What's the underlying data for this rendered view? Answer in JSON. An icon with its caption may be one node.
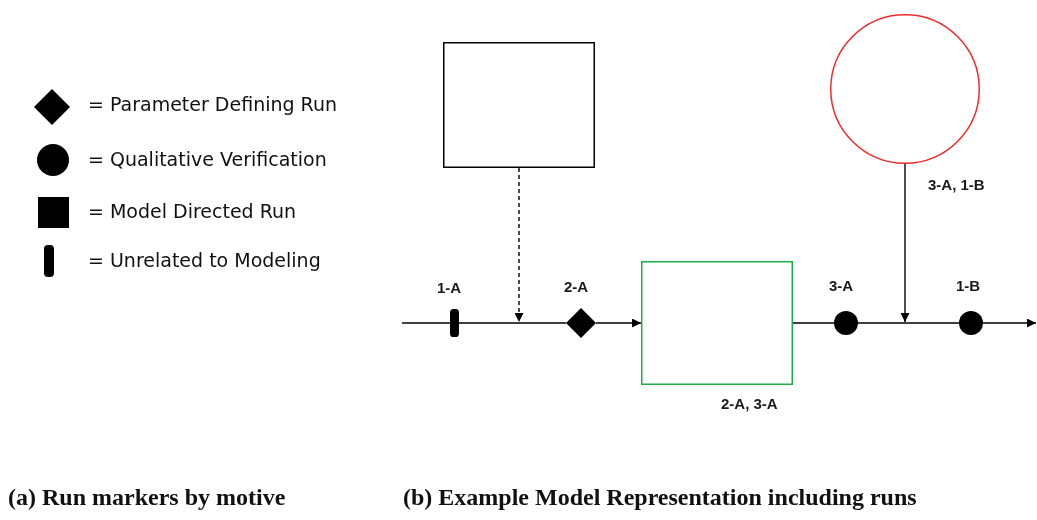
{
  "diagram": {
    "nodes": [
      {
        "text": [],
        "shape": "box"
      },
      {
        "text": [],
        "shape": "circle",
        "beside": [
          "3-A, 1-B"
        ]
      },
      {
        "text": [],
        "shape": "bar",
        "beside": [
          "1-A"
        ]
      },
      {
        "text": [],
        "shape": "diamond",
        "beside": [
          "2-A"
        ]
      },
      {
        "text": [],
        "shape": "box",
        "beside": [
          "2-A, 3-A"
        ]
      },
      {
        "text": [],
        "shape": "circle",
        "beside": [
          "3-A"
        ]
      },
      {
        "text": [],
        "shape": "circle",
        "beside": [
          "1-B"
        ]
      }
    ],
    "edges": [
      {
        "from": null,
        "to": 2,
        "arrow": "none"
      },
      {
        "from": 2,
        "to": 3,
        "arrow": "none"
      },
      {
        "from": 3,
        "to": 4,
        "arrow": "to"
      },
      {
        "from": 4,
        "to": 5,
        "arrow": "none"
      },
      {
        "from": 5,
        "to": 6,
        "arrow": "none"
      },
      {
        "from": 6,
        "to": null,
        "arrow": "to"
      },
      {
        "from": 0,
        "to": null,
        "arrow": "to",
        "style": "dashed"
      },
      {
        "from": 1,
        "to": null,
        "arrow": "to"
      }
    ],
    "labels": [
      "(a) Run markers by motive",
      "(b) Example Model Representation including runs"
    ],
    "legend": [
      {
        "text": "= Parameter Defining Run"
      },
      {
        "text": "= Qualitative Verification"
      },
      {
        "text": "= Model Directed Run"
      },
      {
        "text": "= Unrelated to Modeling"
      }
    ]
  }
}
